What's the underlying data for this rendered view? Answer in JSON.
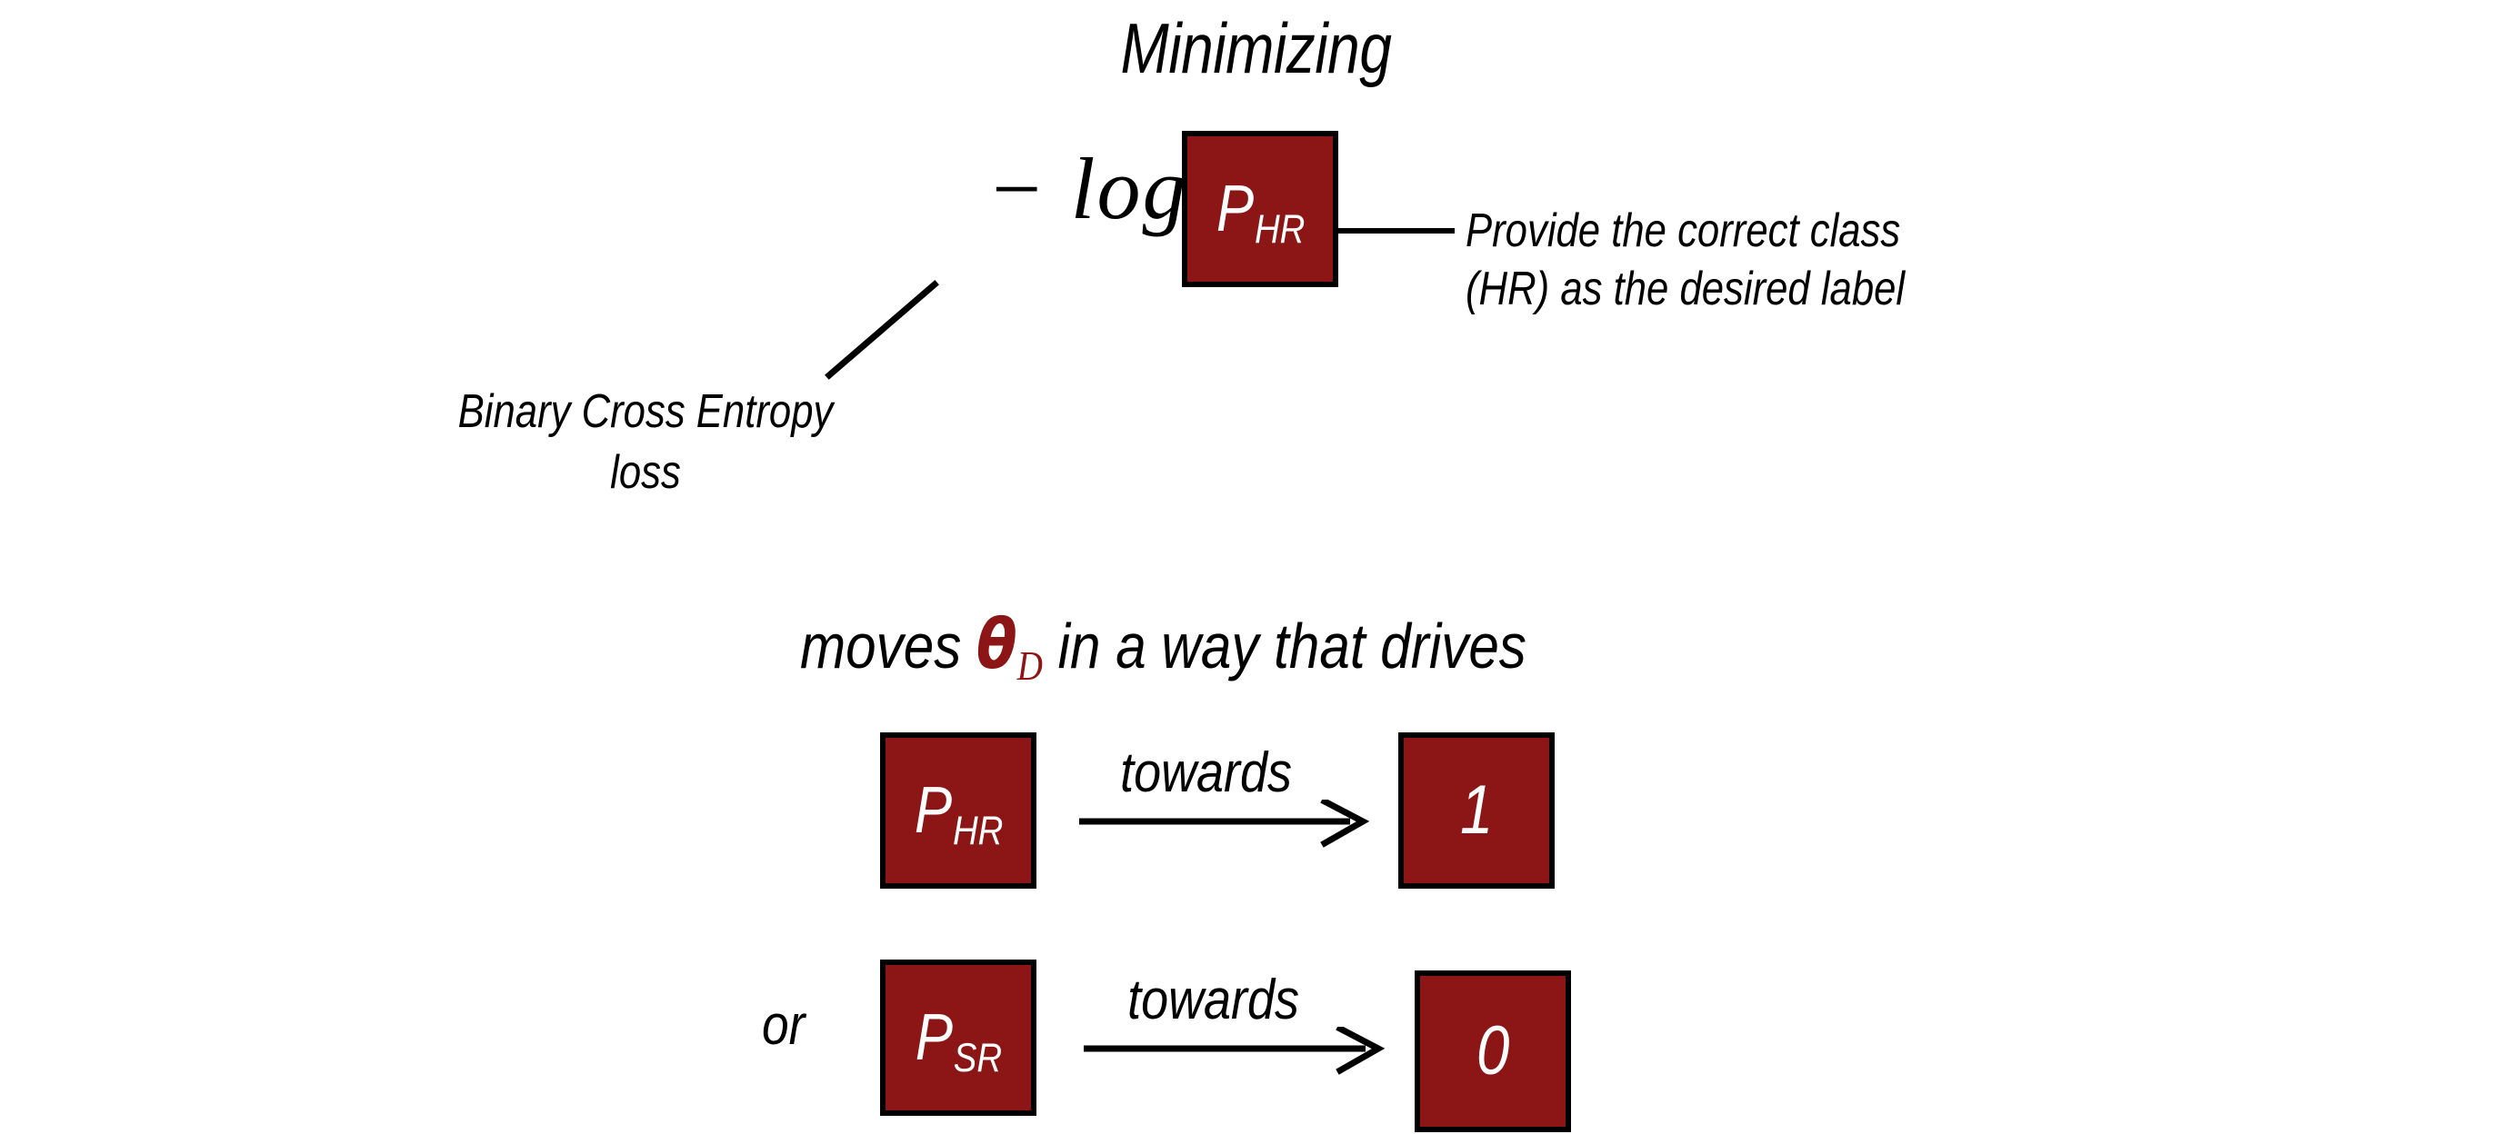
{
  "slide": {
    "title": "Minimizing",
    "background_color": "#ffffff",
    "accent_color": "#8C1616",
    "text_color": "#000000"
  },
  "formula": {
    "neg_log": "− log",
    "boxed_term": {
      "base": "P",
      "subscript": "HR"
    }
  },
  "annotations": {
    "right_note_line1": "Provide the correct class",
    "right_note_line2": "(HR) as the desired label",
    "left_note_line1": "Binary Cross Entropy",
    "left_note_line2": "loss"
  },
  "statement": {
    "prefix": "moves ",
    "theta_symbol": "θ",
    "theta_subscript": "D",
    "suffix": " in a way that drives"
  },
  "transitions": {
    "connector_label": "or",
    "rows": [
      {
        "source": {
          "base": "P",
          "subscript": "HR"
        },
        "arrow_label": "towards",
        "target": "1"
      },
      {
        "source": {
          "base": "P",
          "subscript": "SR"
        },
        "arrow_label": "towards",
        "target": "0"
      }
    ]
  }
}
